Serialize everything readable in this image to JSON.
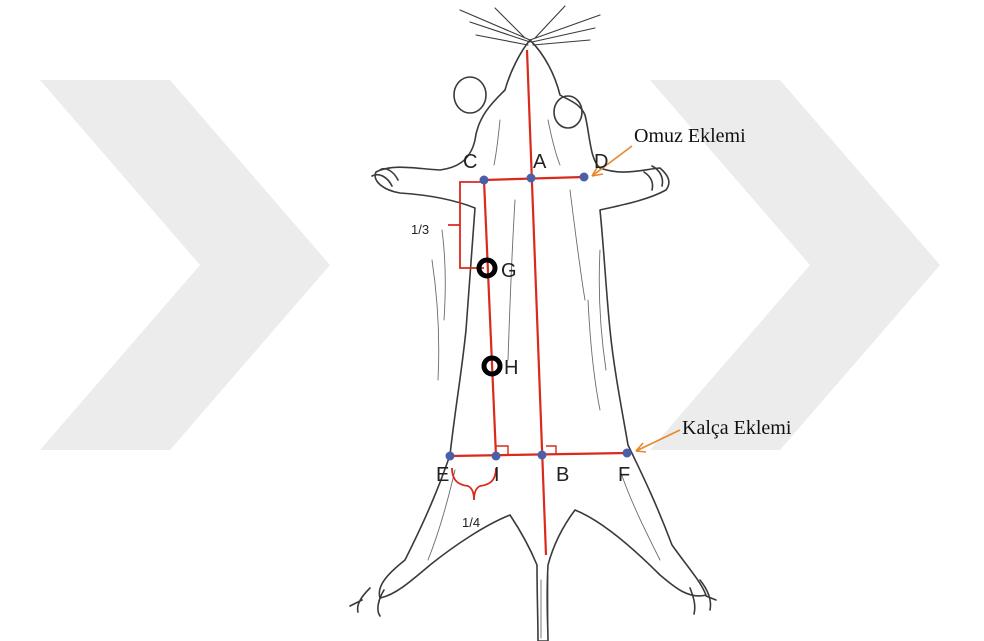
{
  "diagram": {
    "points": {
      "A": "A",
      "B": "B",
      "C": "C",
      "D": "D",
      "E": "E",
      "F": "F",
      "G": "G",
      "H": "H",
      "I": "I"
    },
    "fractions": {
      "upper": "1/3",
      "lower": "1/4"
    },
    "annotations": {
      "shoulder": "Omuz Eklemi",
      "hip": "Kalça Eklemi"
    },
    "colors": {
      "line": "#d92a1c",
      "dot": "#4a5fa8",
      "arrow": "#e8862a",
      "sketch": "#3a3a3a",
      "watermark": "#ececec",
      "injection_ring": "#000000"
    }
  }
}
